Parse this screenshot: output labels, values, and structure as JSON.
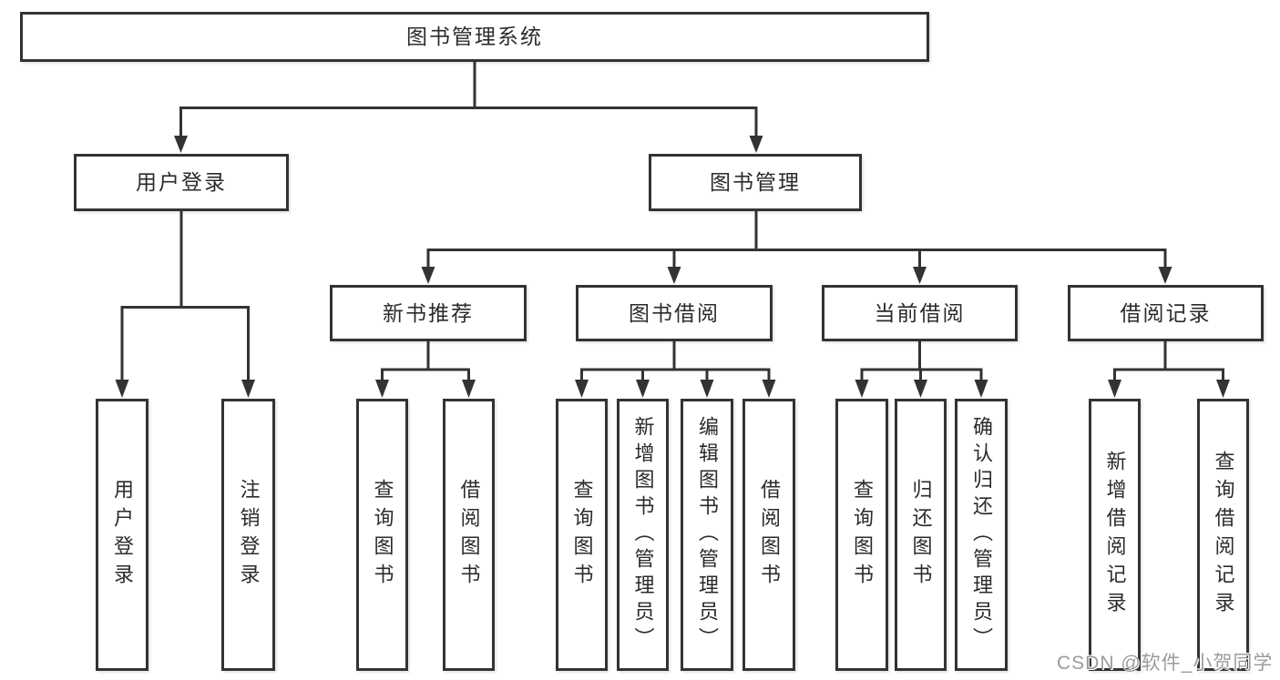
{
  "nodes": {
    "root": "图书管理系统",
    "user_login": "用户登录",
    "book_management": "图书管理",
    "new_book_recommend": "新书推荐",
    "book_borrowing": "图书借阅",
    "current_borrowing": "当前借阅",
    "borrow_records": "借阅记录",
    "leaf_user_login": "用户登录",
    "leaf_logout": "注销登录",
    "nb_query_books": "查询图书",
    "nb_borrow_books": "借阅图书",
    "bb_query_books": "查询图书",
    "bb_add_books": "新增图书（管理员）",
    "bb_edit_books": "编辑图书（管理员）",
    "bb_borrow_books": "借阅图书",
    "cb_query_books": "查询图书",
    "cb_return_books": "归还图书",
    "cb_confirm_return": "确认归还（管理员）",
    "br_add_record": "新增借阅记录",
    "br_query_record": "查询借阅记录"
  },
  "watermark": {
    "text": "CSDN @软件_小贺同学"
  },
  "colors": {
    "line": "#333333",
    "text": "#2b2b2b",
    "background": "#ffffff",
    "watermark": "#9b9b9b"
  }
}
